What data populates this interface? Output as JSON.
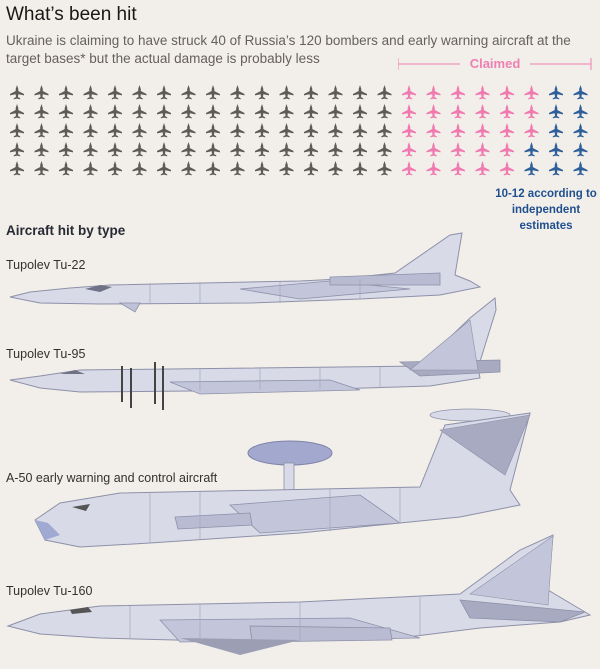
{
  "header": {
    "title": "What’s been hit",
    "subtitle": "Ukraine is claiming to have struck 40 of Russia’s 120 bombers and early warning aircraft at the target bases* but the actual damage is probably less"
  },
  "claimed": {
    "label": "Claimed"
  },
  "fleet": {
    "total": 120,
    "claimed_hit": 40,
    "independent_estimate": 12,
    "colors": {
      "base": "#5e5a57",
      "claimed": "#f07aaf",
      "estimate": "#2e5f99"
    }
  },
  "estimate_note": "10-12 according to independent estimates",
  "section": {
    "title": "Aircraft hit by type"
  },
  "aircraft": [
    {
      "label": "Tupolev  Tu-22"
    },
    {
      "label": "Tupolev  Tu-95"
    },
    {
      "label": "A-50 early warning and control aircraft"
    },
    {
      "label": "Tupolev Tu-160"
    }
  ]
}
